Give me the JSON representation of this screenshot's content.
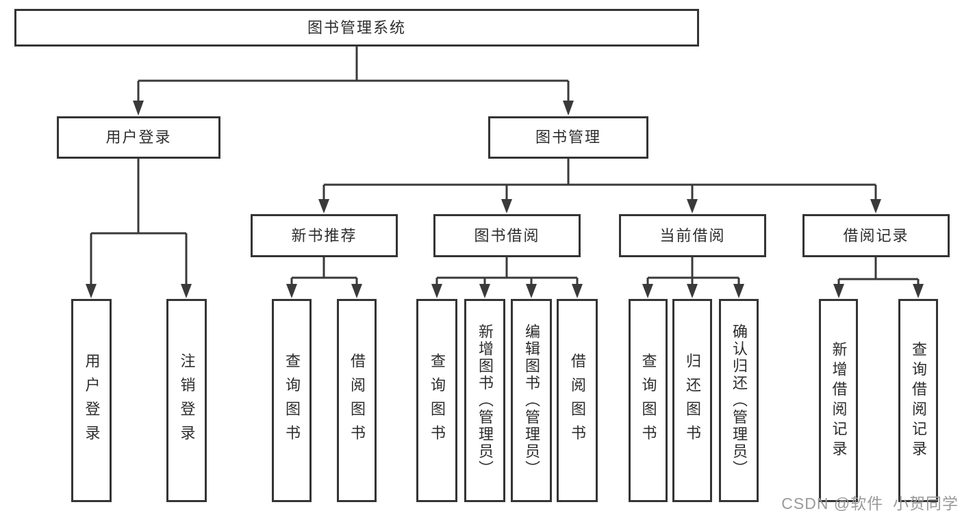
{
  "diagram": {
    "title_node": {
      "label": "图书管理系统"
    },
    "level2": [
      {
        "label": "用户登录"
      },
      {
        "label": "图书管理"
      }
    ],
    "level3": [
      {
        "label": "新书推荐",
        "parent": "图书管理"
      },
      {
        "label": "图书借阅",
        "parent": "图书管理"
      },
      {
        "label": "当前借阅",
        "parent": "图书管理"
      },
      {
        "label": "借阅记录",
        "parent": "图书管理"
      }
    ],
    "leaves": [
      {
        "label": "用户登录",
        "parent": "用户登录"
      },
      {
        "label": "注销登录",
        "parent": "用户登录"
      },
      {
        "label": "查询图书",
        "parent": "新书推荐"
      },
      {
        "label": "借阅图书",
        "parent": "新书推荐"
      },
      {
        "label": "查询图书",
        "parent": "图书借阅"
      },
      {
        "label": "新增图书（管理员）",
        "parent": "图书借阅"
      },
      {
        "label": "编辑图书（管理员）",
        "parent": "图书借阅"
      },
      {
        "label": "借阅图书",
        "parent": "图书借阅"
      },
      {
        "label": "查询图书",
        "parent": "当前借阅"
      },
      {
        "label": "归还图书",
        "parent": "当前借阅"
      },
      {
        "label": "确认归还（管理员）",
        "parent": "当前借阅"
      },
      {
        "label": "新增借阅记录",
        "parent": "借阅记录"
      },
      {
        "label": "查询借阅记录",
        "parent": "借阅记录"
      }
    ],
    "line_color": "#3a3a3a",
    "box_border_color": "#343434",
    "text_color": "#2d2d2d"
  },
  "watermark": {
    "text": "CSDN @软件_小贺同学"
  }
}
